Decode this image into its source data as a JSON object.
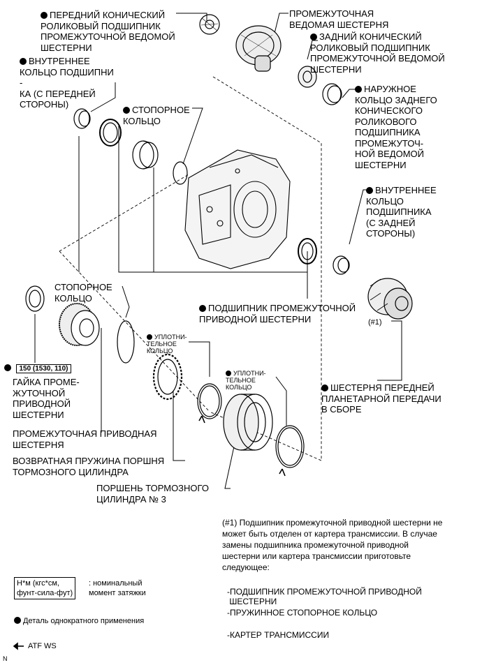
{
  "labels": {
    "front_bearing": "ПЕРЕДНИЙ КОНИЧЕСКИЙ\nРОЛИКОВЫЙ ПОДШИПНИК\nПРОМЕЖУТОЧНОЙ ВЕДОМОЙ\nШЕСТЕРНИ",
    "driven_gear": "ПРОМЕЖУТОЧНАЯ\nВЕДОМАЯ ШЕСТЕРНЯ",
    "rear_bearing": "ЗАДНИЙ КОНИЧЕСКИЙ\nРОЛИКОВЫЙ ПОДШИПНИК\nПРОМЕЖУТОЧНОЙ ВЕДОМОЙ\nШЕСТЕРНИ",
    "inner_race_front": "ВНУТРЕННЕЕ\nКОЛЬЦО ПОДШИПНИ\n-\nКА (С ПЕРЕДНЕЙ\nСТОРОНЫ)",
    "snap_ring_top": "СТОПОРНОЕ\nКОЛЬЦО",
    "outer_race": "НАРУЖНОЕ\nКОЛЬЦО ЗАДНЕГО\nКОНИЧЕСКОГО\nРОЛИКОВОГО\nПОДШИПНИКА\nПРОМЕЖУТОЧ-\nНОЙ ВЕДОМОЙ\nШЕСТЕРНИ",
    "inner_race_rear": "ВНУТРЕННЕЕ\nКОЛЬЦО\nПОДШИПНИКА\n(С ЗАДНЕЙ\nСТОРОНЫ)",
    "snap_ring_mid": "СТОПОРНОЕ\nКОЛЬЦО",
    "drive_gear_bearing": "ПОДШИПНИК ПРОМЕЖУТОЧНОЙ\nПРИВОДНОЙ ШЕСТЕРНИ",
    "ref1": "(#1)",
    "seal1": "УПЛОТНИ-\nТЕЛЬНОЕ\nКОЛЬЦО",
    "seal2": "УПЛОТНИ-\nТЕЛЬНОЕ\nКОЛЬЦО",
    "torque_value": "150 (1530, 110)",
    "nut": "ГАЙКА ПРОМЕ-\nЖУТОЧНОЙ\nПРИВОДНОЙ\nШЕСТЕРНИ",
    "drive_gear": "ПРОМЕЖУТОЧНАЯ ПРИВОДНАЯ\nШЕСТЕРНЯ",
    "return_spring": "ВОЗВРАТНАЯ ПРУЖИНА ПОРШНЯ\nТОРМОЗНОГО ЦИЛИНДРА",
    "piston": "ПОРШЕНЬ ТОРМОЗНОГО\nЦИЛИНДРА № 3",
    "planetary": "ШЕСТЕРНЯ ПЕРЕДНЕЙ\nПЛАНЕТАРНОЙ ПЕРЕДАЧИ\nВ СБОРЕ"
  },
  "note": {
    "text": "(#1) Подшипник промежуточной приводной шестерни не\nможет быть отделен от картера трансмиссии. В случае\nзамены подшипника промежуточной приводной\nшестерни или картера трансмиссии приготовьте\nследующее:",
    "items": [
      "-ПОДШИПНИК ПРОМЕЖУТОЧНОЙ ПРИВОДНОЙ\n ШЕСТЕРНИ",
      "-ПРУЖИННОЕ СТОПОРНОЕ КОЛЬЦО",
      "-КАРТЕР ТРАНСМИССИИ"
    ]
  },
  "legend": {
    "torque_box": "Н*м (кгс*см,\nфунт-сила-фут)",
    "torque_desc": ": номинальный\nмомент затяжки",
    "single_use": "Деталь однократного применения",
    "atf": "ATF WS"
  },
  "footer_code": "N"
}
